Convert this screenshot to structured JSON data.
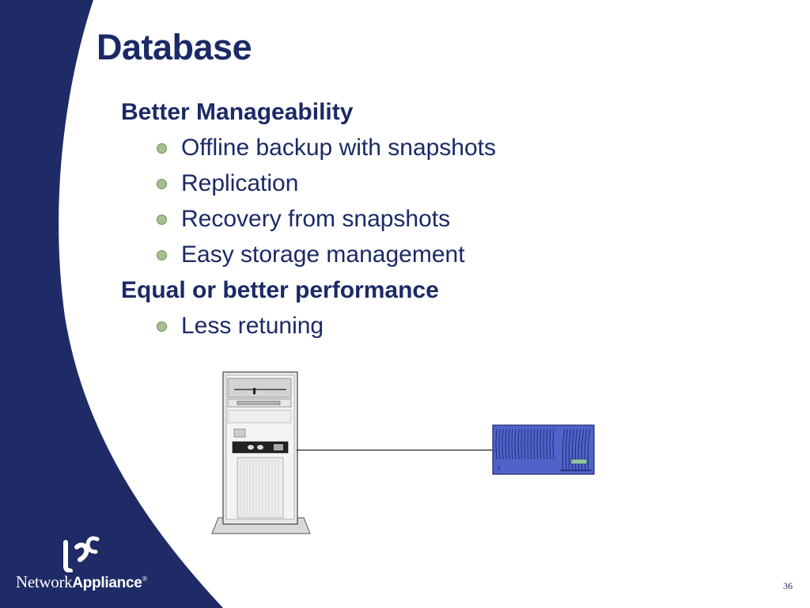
{
  "slide": {
    "title": "Database",
    "sections": [
      {
        "heading": "Better Manageability",
        "bullets": [
          "Offline backup with snapshots",
          "Replication",
          "Recovery from snapshots",
          "Easy storage management"
        ]
      },
      {
        "heading": "Equal or better performance",
        "bullets": [
          "Less retuning"
        ]
      }
    ],
    "page_number": "36"
  },
  "logo": {
    "text_regular": "Network",
    "text_bold": "Appliance",
    "registered": "®"
  },
  "colors": {
    "navy": "#1b2a66",
    "bullet": "#a6bf8c",
    "filer_blue": "#4f63c9"
  },
  "icons": [
    "server-tower-icon",
    "storage-filer-icon",
    "netapp-logo-icon"
  ]
}
